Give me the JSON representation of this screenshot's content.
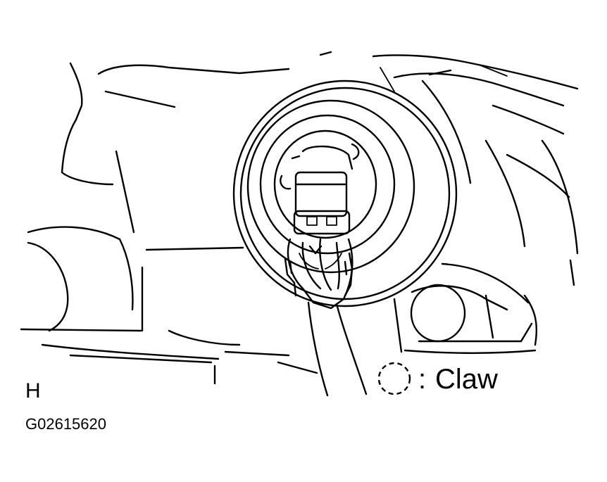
{
  "diagram": {
    "section_letter": "H",
    "figure_code": "G02615620",
    "legend": {
      "symbol": "claw-dashed-circle-icon",
      "separator": ":",
      "label": "Claw"
    },
    "colors": {
      "ink": "#000000",
      "background": "#ffffff"
    }
  }
}
